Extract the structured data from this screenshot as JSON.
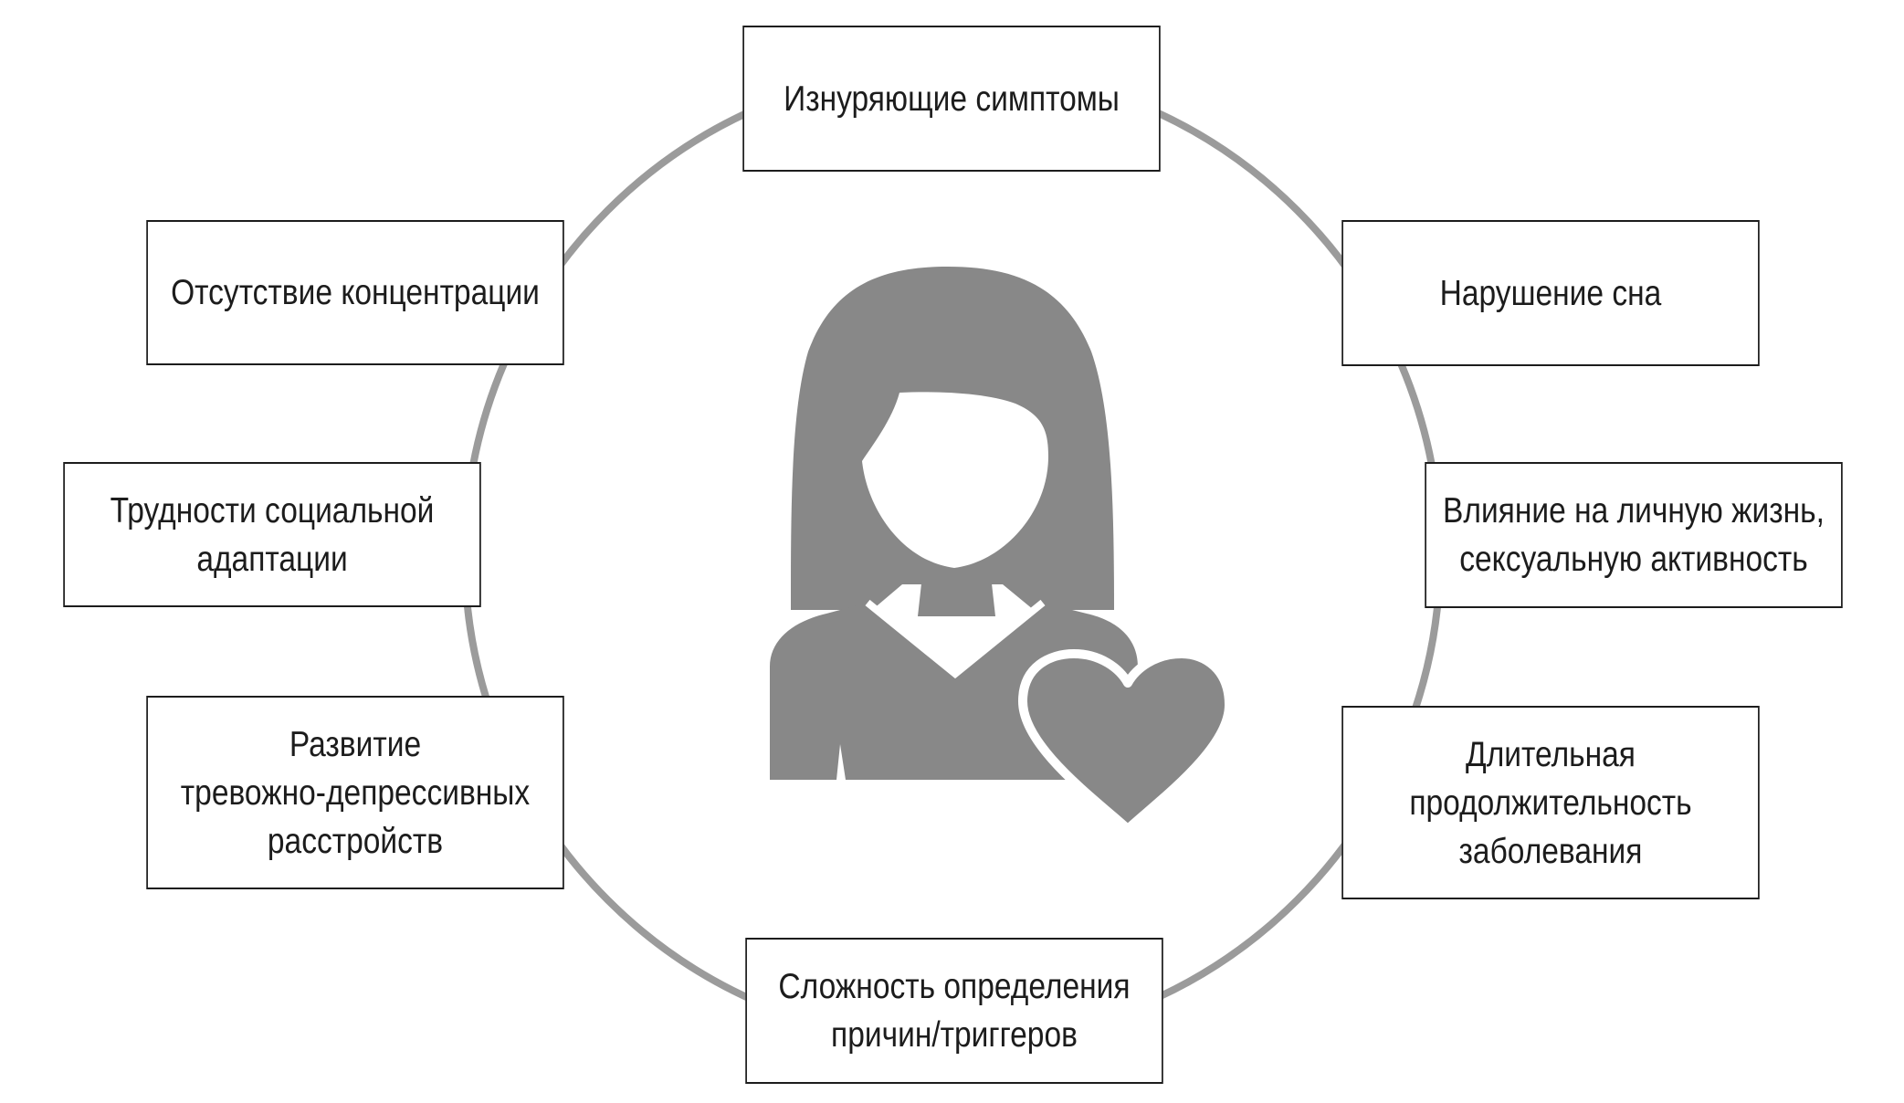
{
  "colors": {
    "ring": "#9b9b9b",
    "figure": "#888888",
    "border": "#1c1c1c",
    "text": "#1c1c1c",
    "background": "#ffffff"
  },
  "icons": [
    "woman-silhouette-icon",
    "heart-icon"
  ],
  "boxes": {
    "top": "Изнуряющие симптомы",
    "left_1": "Отсутствие концентрации",
    "right_1": "Нарушение сна",
    "left_2": "Трудности социальной\nадаптации",
    "right_2": "Влияние на личную жизнь,\nсексуальную активность",
    "left_3": "Развитие\nтревожно-депрессивных\nрасстройств",
    "right_3": "Длительная\nпродолжительность\nзаболевания",
    "bottom": "Сложность определения\nпричин/триггеров"
  }
}
